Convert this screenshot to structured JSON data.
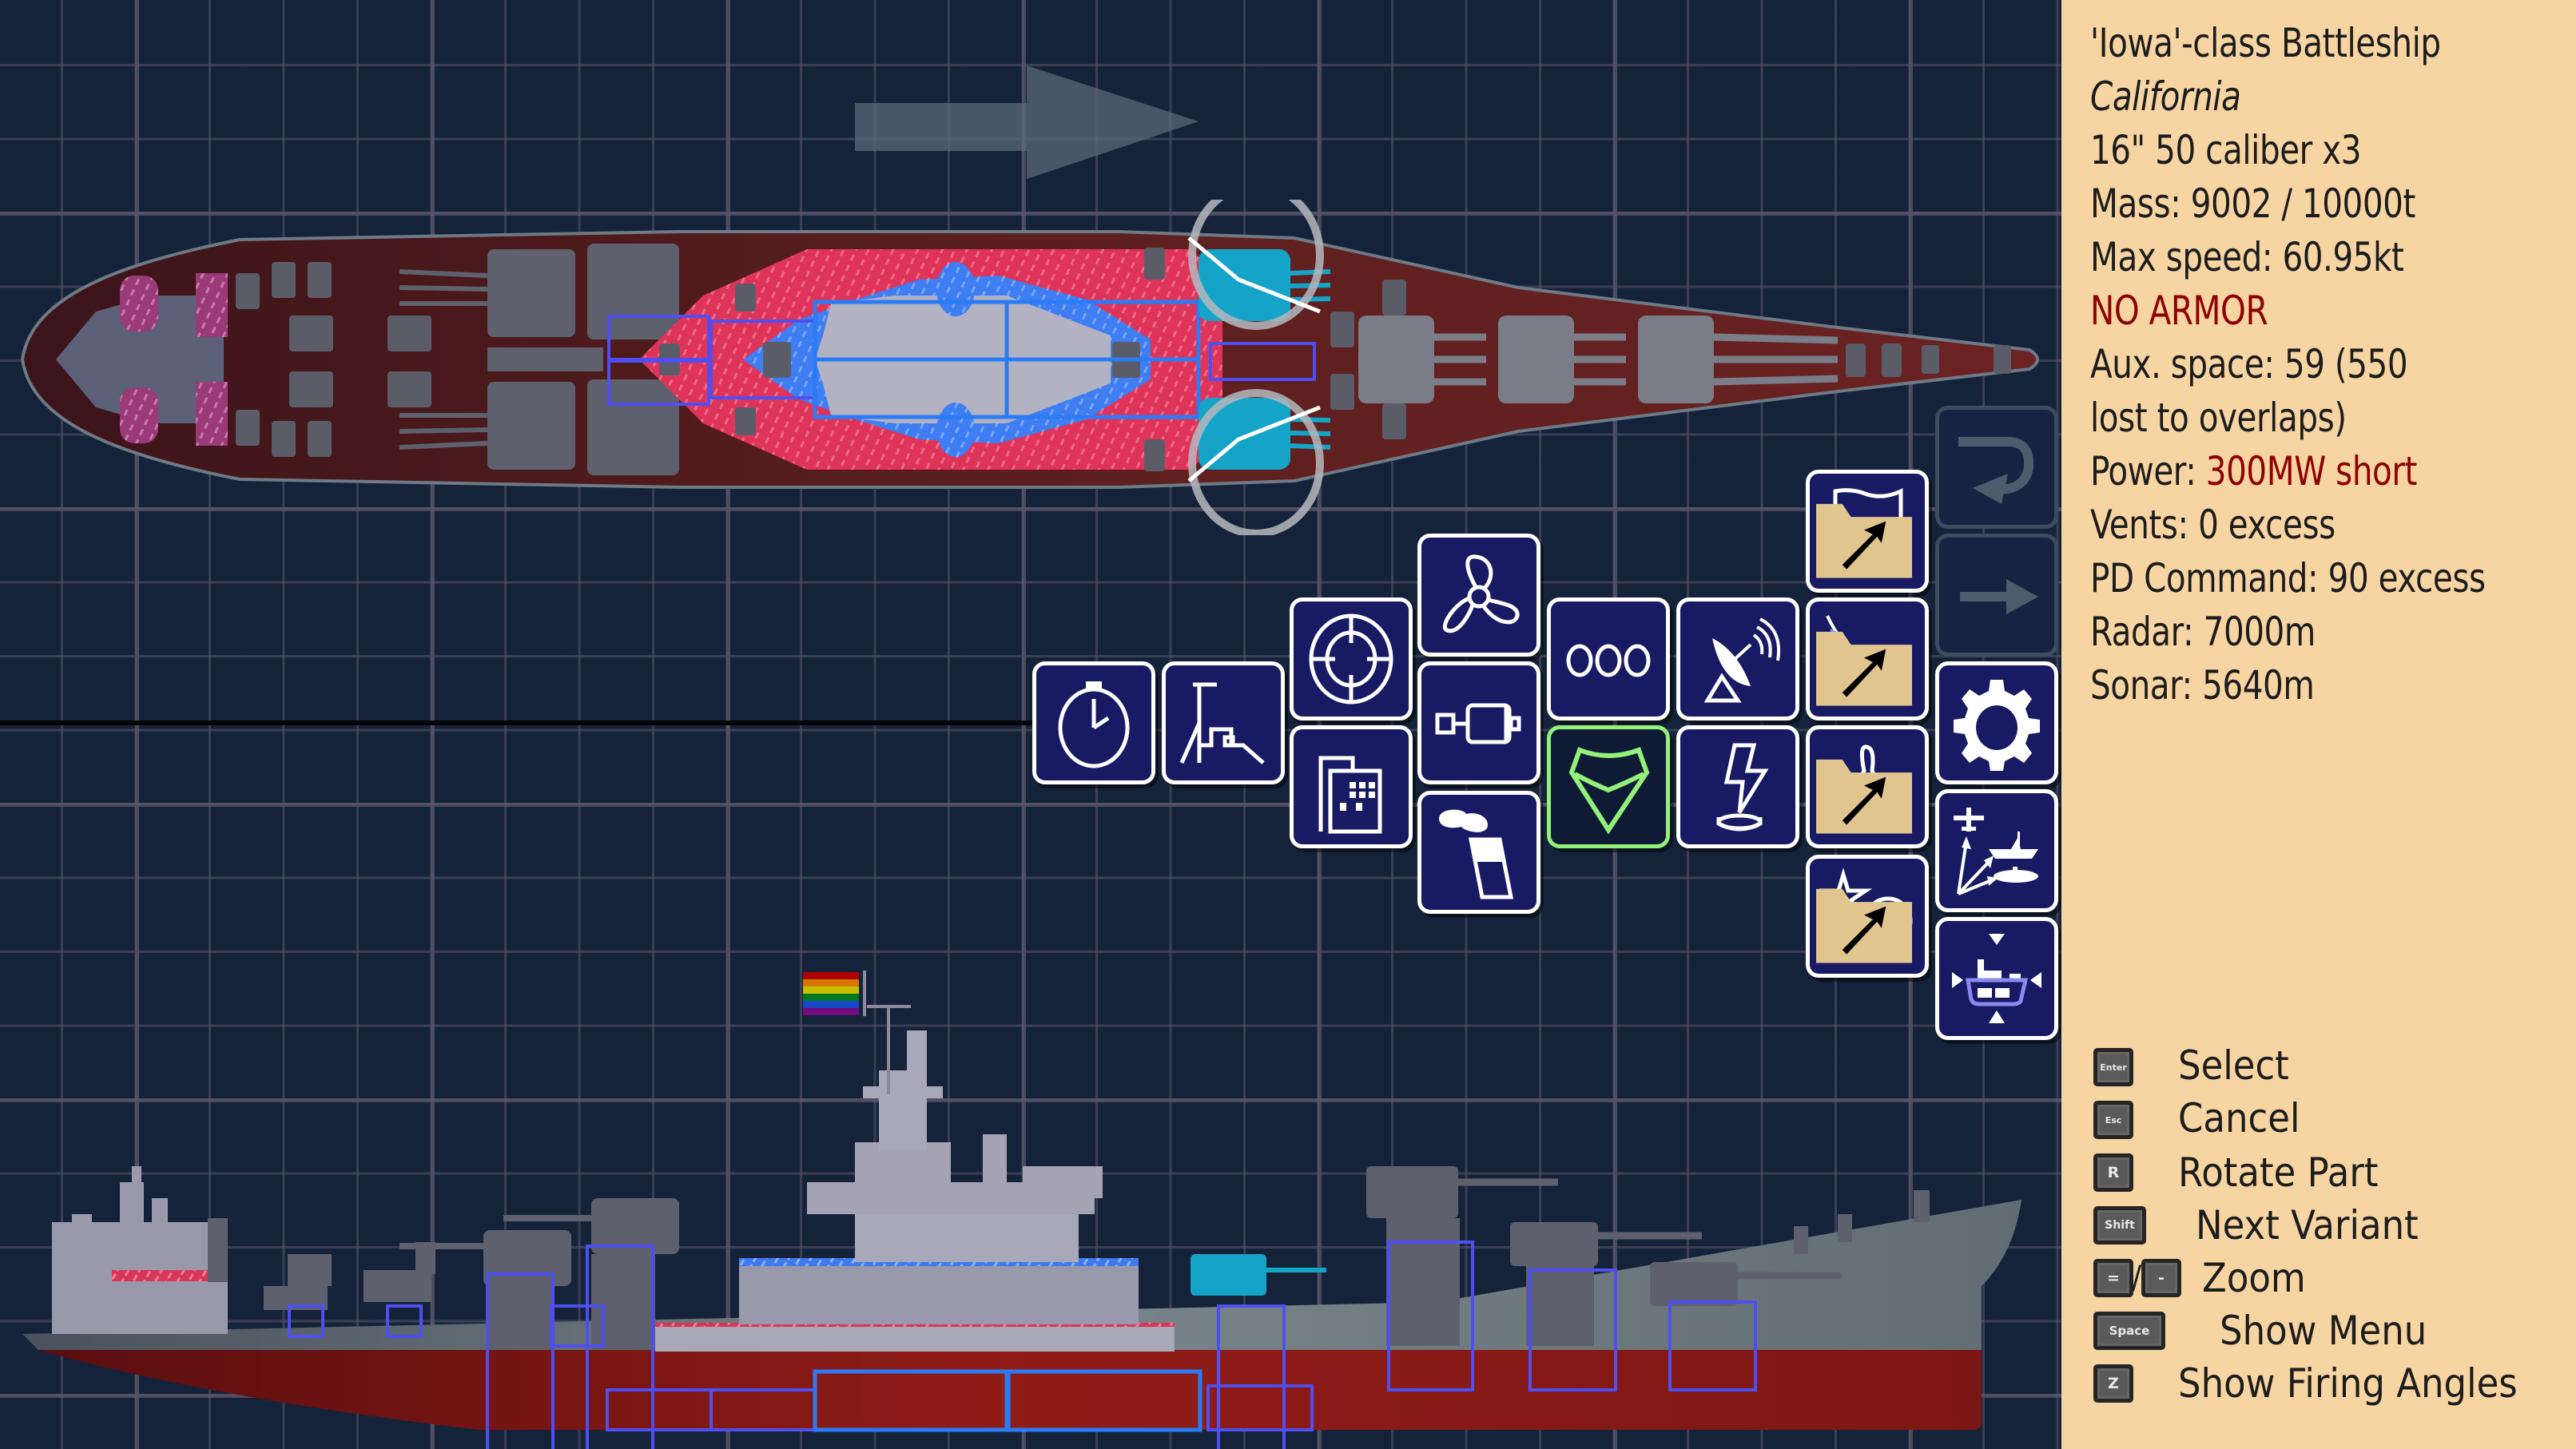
{
  "info_panel": {
    "ship_class": "'Iowa'-class Battleship",
    "ship_name": "California",
    "main_armament": "16\" 50 caliber x3",
    "mass": "Mass: 9002 / 10000t",
    "max_speed": "Max speed: 60.95kt",
    "armor_warning": "NO ARMOR",
    "aux_space_line1": "Aux. space: 59 (550",
    "aux_space_line2": "lost to overlaps)",
    "power_label": "Power: ",
    "power_value": "300MW short",
    "vents": "Vents: 0 excess",
    "pd_command": "PD Command: 90 excess",
    "radar": "Radar: 7000m",
    "sonar": "Sonar: 5640m"
  },
  "controls": [
    {
      "key": "Enter",
      "action": "Select"
    },
    {
      "key": "Esc",
      "action": "Cancel"
    },
    {
      "key": "R",
      "action": "Rotate Part"
    },
    {
      "key": "Shift",
      "action": "Next Variant"
    },
    {
      "key": "=",
      "key2": "-",
      "separator": "/",
      "action": "Zoom"
    },
    {
      "key": "Space",
      "action": "Show Menu"
    },
    {
      "key": "Z",
      "action": "Show Firing Angles"
    }
  ],
  "part_menu": {
    "tiles": [
      {
        "id": "timing",
        "icon": "stopwatch-icon"
      },
      {
        "id": "cranes",
        "icon": "crane-icon"
      },
      {
        "id": "fire-control",
        "icon": "crosshair-icon"
      },
      {
        "id": "buildings",
        "icon": "building-icon"
      },
      {
        "id": "propulsion",
        "icon": "propeller-icon"
      },
      {
        "id": "engines",
        "icon": "motor-icon"
      },
      {
        "id": "funnels",
        "icon": "smokestack-icon"
      },
      {
        "id": "misc",
        "icon": "ellipsis-icon"
      },
      {
        "id": "armor",
        "icon": "armor-shield-icon",
        "selected": true
      },
      {
        "id": "sensors",
        "icon": "radar-dish-icon"
      },
      {
        "id": "power",
        "icon": "power-generator-icon"
      },
      {
        "id": "flags",
        "icon": "flag-icon",
        "folder": true
      },
      {
        "id": "decorations",
        "icon": "bunting-icon",
        "folder": true
      },
      {
        "id": "paint",
        "icon": "paintbrush-icon",
        "folder": true
      },
      {
        "id": "shapes",
        "icon": "star-circle-icon",
        "folder": true
      },
      {
        "id": "settings",
        "icon": "gear-icon"
      },
      {
        "id": "weapons",
        "icon": "air-surface-sub-targets-icon"
      },
      {
        "id": "hull",
        "icon": "hull-resize-icon"
      }
    ],
    "redo_disabled": true,
    "forward_disabled": true
  },
  "colors": {
    "canvas_bg": "#15233a",
    "tile_bg": "#181a64",
    "tile_border": "#ffffff",
    "selected_border": "#93f07a",
    "panel_bg": "#f7d5a3",
    "panel_rule": "#95b4f0",
    "warning_red": "#8f0000",
    "hull_red": "#8a1a17",
    "hull_grey": "#6d7a80",
    "armor_pink": "#e8385e",
    "armor_blue": "#3f86ff",
    "selected_turret": "#16a3c8"
  }
}
